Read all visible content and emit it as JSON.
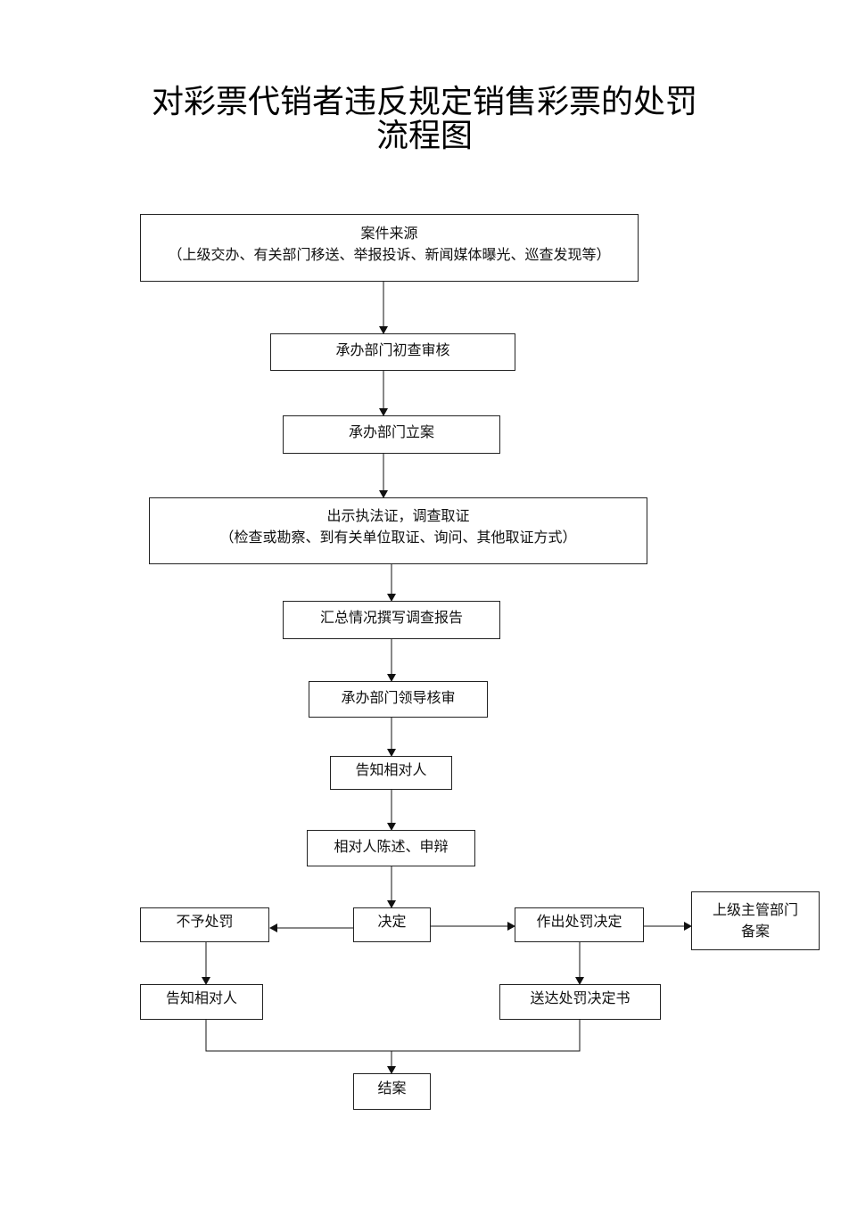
{
  "title": {
    "line1": "对彩票代销者违反规定销售彩票的处罚",
    "line2": "流程图"
  },
  "nodes": {
    "source": {
      "text": "案件来源",
      "sub": "（上级交办、有关部门移送、举报投诉、新闻媒体曝光、巡查发现等）"
    },
    "initial_review": {
      "text": "承办部门初查审核"
    },
    "file_case": {
      "text": "承办部门立案"
    },
    "investigate": {
      "text": "出示执法证，调查取证",
      "sub": "（检查或勘察、到有关单位取证、询问、其他取证方式）"
    },
    "report": {
      "text": "汇总情况撰写调查报告"
    },
    "leader_review": {
      "text": "承办部门领导核审"
    },
    "notify_party": {
      "text": "告知相对人"
    },
    "statement": {
      "text": "相对人陈述、申辩"
    },
    "decision": {
      "text": "决定"
    },
    "no_penalty": {
      "text": "不予处罚"
    },
    "make_penalty": {
      "text": "作出处罚决定"
    },
    "superior_record": {
      "text": "上级主管部门",
      "sub": "备案"
    },
    "notify_party_2": {
      "text": "告知相对人"
    },
    "deliver_decision": {
      "text": "送达处罚决定书"
    },
    "close_case": {
      "text": "结案"
    }
  }
}
